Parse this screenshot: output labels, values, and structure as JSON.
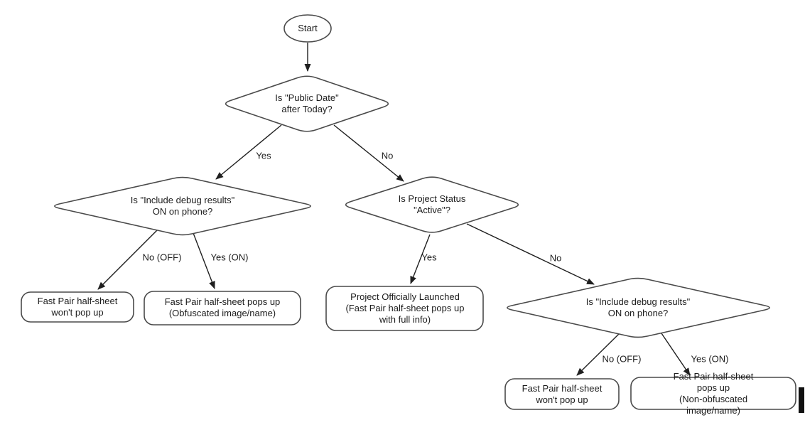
{
  "page": {
    "background": "#ffffff"
  },
  "colors": {
    "shape_stroke": "#4a4a4a",
    "arrow": "#1f1f1f",
    "text": "#1c1c1c"
  },
  "flowchart": {
    "nodes": {
      "start": "Start",
      "public_date_check": "Is \"Public Date\"\nafter Today?",
      "debug_check_left": "Is \"Include debug results\"\nON on phone?",
      "project_status_check": "Is Project Status\n\"Active\"?",
      "debug_check_right": "Is \"Include debug results\"\nON on phone?",
      "no_popup_left": "Fast Pair half-sheet\nwon't pop up",
      "obfuscated_popup": "Fast Pair half-sheet pops up\n(Obfuscated image/name)",
      "launched": "Project Officially Launched\n(Fast Pair half-sheet pops up\nwith full info)",
      "no_popup_right": "Fast Pair half-sheet\nwon't pop up",
      "non_obfuscated_popup": "Fast Pair half-sheet pops up\n(Non-obfuscated image/name)"
    },
    "edge_labels": {
      "public_date_yes": "Yes",
      "public_date_no": "No",
      "debug_left_no": "No (OFF)",
      "debug_left_yes": "Yes (ON)",
      "status_yes": "Yes",
      "status_no": "No",
      "debug_right_no": "No (OFF)",
      "debug_right_yes": "Yes (ON)"
    }
  }
}
